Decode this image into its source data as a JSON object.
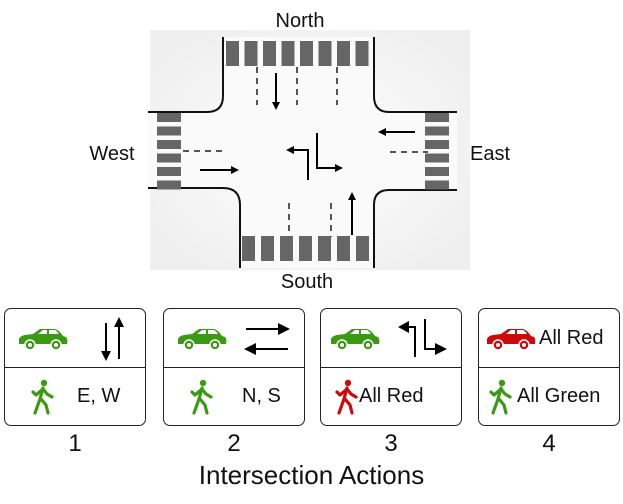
{
  "diagram": {
    "directions": {
      "north": "North",
      "south": "South",
      "east": "East",
      "west": "West"
    },
    "colors": {
      "green": "#3a9a12",
      "red": "#cc0a0a",
      "road": "#fafafa",
      "crosswalk": "#666666"
    }
  },
  "actions": [
    {
      "number": "1",
      "vehicle": {
        "color": "green",
        "movement": "north-south-through"
      },
      "pedestrian": {
        "color": "green",
        "text": "E, W"
      }
    },
    {
      "number": "2",
      "vehicle": {
        "color": "green",
        "movement": "east-west-through"
      },
      "pedestrian": {
        "color": "green",
        "text": "N, S"
      }
    },
    {
      "number": "3",
      "vehicle": {
        "color": "green",
        "movement": "left-turns"
      },
      "pedestrian": {
        "color": "red",
        "text": "All Red"
      }
    },
    {
      "number": "4",
      "vehicle": {
        "color": "red",
        "text": "All Red"
      },
      "pedestrian": {
        "color": "green",
        "text": "All Green"
      }
    }
  ],
  "caption": "Intersection Actions"
}
